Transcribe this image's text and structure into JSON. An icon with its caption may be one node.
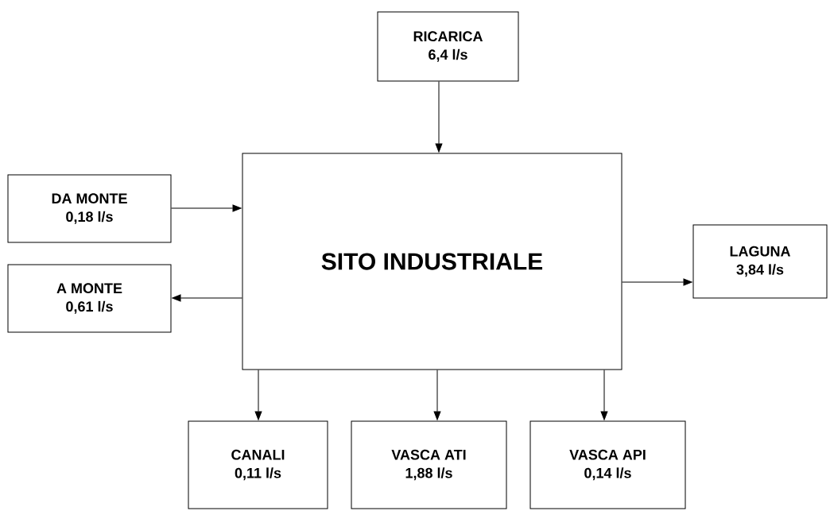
{
  "diagram": {
    "nodes": [
      {
        "text": [
          "RICARICA",
          "6,4 l/s"
        ]
      },
      {
        "text": [
          "SITO INDUSTRIALE"
        ]
      },
      {
        "text": [
          "DA MONTE",
          "0,18 l/s"
        ]
      },
      {
        "text": [
          "A MONTE",
          "0,61 l/s"
        ]
      },
      {
        "text": [
          "LAGUNA",
          "3,84 l/s"
        ]
      },
      {
        "text": [
          "CANALI",
          "0,11 l/s"
        ]
      },
      {
        "text": [
          "VASCA ATI",
          "1,88 l/s"
        ]
      },
      {
        "text": [
          "VASCA API",
          "0,14 l/s"
        ]
      }
    ],
    "edges": [
      {
        "from": 0,
        "to": 1,
        "arrow": "to"
      },
      {
        "from": 2,
        "to": 1,
        "arrow": "to"
      },
      {
        "from": 1,
        "to": 3,
        "arrow": "to"
      },
      {
        "from": 1,
        "to": 4,
        "arrow": "to"
      },
      {
        "from": 1,
        "to": 5,
        "arrow": "to"
      },
      {
        "from": 1,
        "to": 6,
        "arrow": "to"
      },
      {
        "from": 1,
        "to": 7,
        "arrow": "to"
      }
    ]
  }
}
